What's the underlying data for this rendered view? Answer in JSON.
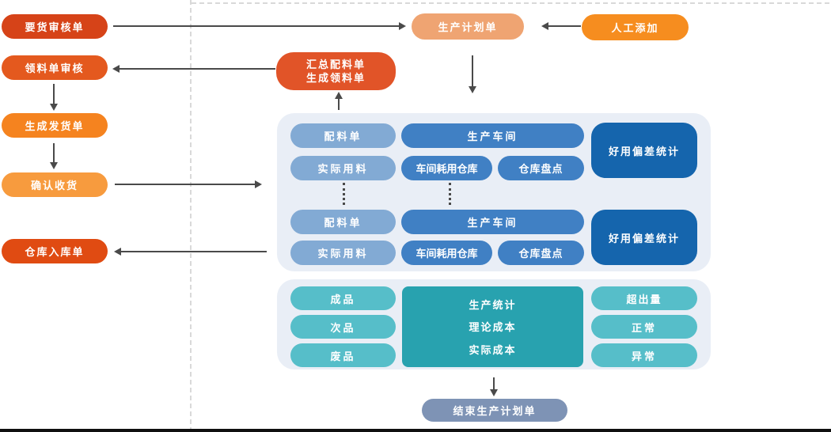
{
  "palette": {
    "panel_bg": "#e9eef6",
    "light_blue": "#82aad4",
    "mid_blue": "#4080c4",
    "dark_blue": "#1565ad",
    "teal": "#56bec9",
    "teal_dark": "#28a2af",
    "slate": "#7e93b5",
    "arrow": "#4a4a4a",
    "guide_dash": "#d9d9d9",
    "bottom_bar": "#101010"
  },
  "left_flow": {
    "items": [
      {
        "label": "要货审核单",
        "color": "#d64318"
      },
      {
        "label": "领料单审核",
        "color": "#e4591e"
      },
      {
        "label": "生成发货单",
        "color": "#f5831f"
      },
      {
        "label": "确认收货",
        "color": "#f79b3e"
      },
      {
        "label": "仓库入库单",
        "color": "#e04b12"
      }
    ]
  },
  "planning": {
    "production_plan": {
      "label": "生产计划单",
      "color": "#efa472"
    },
    "manual_add": {
      "label": "人工添加",
      "color": "#f68d1f"
    },
    "summary": {
      "line1": "汇总配料单",
      "line2": "生成领料单",
      "color": "#e15428"
    }
  },
  "workshop_panel": {
    "background": "#e9eef6",
    "groups": [
      {
        "ingredient_list": "配料单",
        "workshop": "生产车间",
        "actual_usage": "实际用料",
        "workshop_warehouse": "车间耗用仓库",
        "stocktake": "仓库盘点",
        "deviation": "好用偏差统计"
      },
      {
        "ingredient_list": "配料单",
        "workshop": "生产车间",
        "actual_usage": "实际用料",
        "workshop_warehouse": "车间耗用仓库",
        "stocktake": "仓库盘点",
        "deviation": "好用偏差统计"
      }
    ]
  },
  "stats_panel": {
    "background": "#e9eef6",
    "left": [
      {
        "label": "成品",
        "color": "#56bec9"
      },
      {
        "label": "次品",
        "color": "#56bec9"
      },
      {
        "label": "废品",
        "color": "#56bec9"
      }
    ],
    "center": {
      "lines": [
        "生产统计",
        "理论成本",
        "实际成本"
      ],
      "color": "#28a2af"
    },
    "right": [
      {
        "label": "超出量",
        "color": "#56bec9"
      },
      {
        "label": "正常",
        "color": "#56bec9"
      },
      {
        "label": "异常",
        "color": "#56bec9"
      }
    ]
  },
  "end_node": {
    "label": "结束生产计划单",
    "color": "#7e93b5"
  }
}
